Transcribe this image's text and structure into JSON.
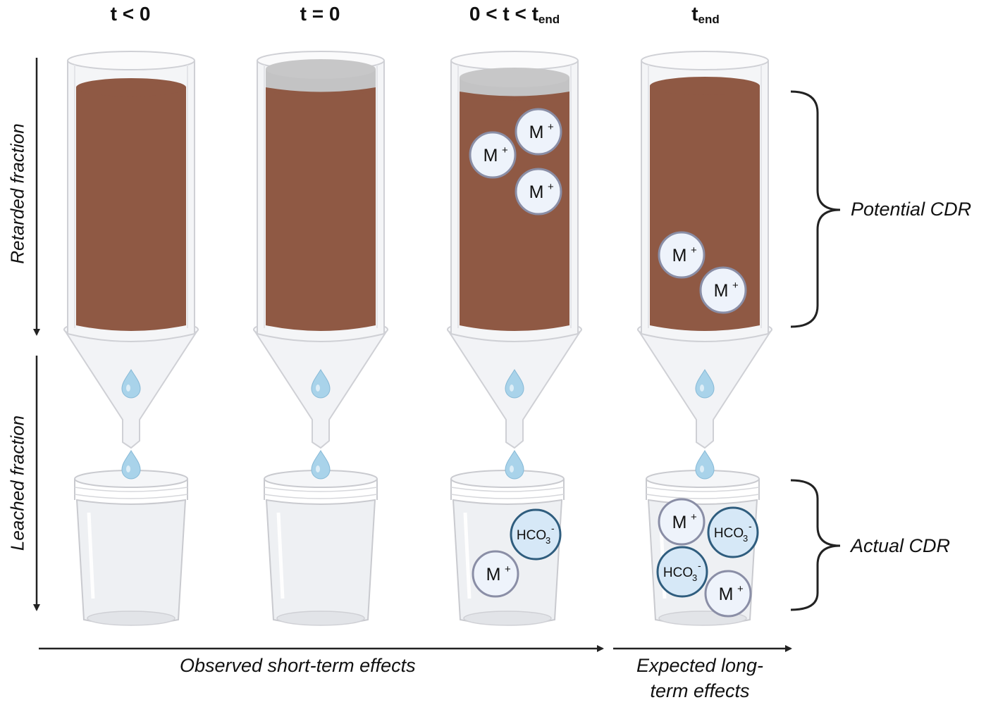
{
  "headers": [
    {
      "main": "t < 0",
      "sub": ""
    },
    {
      "main": "t = 0",
      "sub": ""
    },
    {
      "main": "0 < t < t",
      "sub": "end"
    },
    {
      "main": "t",
      "sub": "end"
    }
  ],
  "side_labels": {
    "retarded": "Retarded fraction",
    "leached": "Leached fraction"
  },
  "right_labels": {
    "potential": "Potential CDR",
    "actual": "Actual CDR"
  },
  "bottom_labels": {
    "short_term": "Observed short-term effects",
    "long_term_line1": "Expected long-",
    "long_term_line2": "term effects"
  },
  "ions": {
    "cation": "M",
    "cation_charge": "+",
    "bicarbonate": "HCO",
    "bicarbonate_sub": "3",
    "bicarbonate_charge": "-"
  },
  "columns": [
    {
      "water_layer": false,
      "column_ions": 0,
      "cup_cations": 0,
      "cup_bicarbonates": 0
    },
    {
      "water_layer": true,
      "column_ions": 0,
      "cup_cations": 0,
      "cup_bicarbonates": 0
    },
    {
      "water_layer": true,
      "column_ions": 3,
      "cup_cations": 1,
      "cup_bicarbonates": 1
    },
    {
      "water_layer": false,
      "column_ions": 2,
      "cup_cations": 2,
      "cup_bicarbonates": 2
    }
  ],
  "colors": {
    "soil": "#8f5944",
    "water": "#c3c3c4",
    "glass_stroke": "#cfcfd3",
    "cation_fill": "#eef3fb",
    "cation_stroke": "#8a8ea6",
    "bicarbonate_fill": "#d6e8f7",
    "bicarbonate_stroke": "#2f5d7e",
    "drop": "#a9d3ea",
    "text": "#111111"
  }
}
